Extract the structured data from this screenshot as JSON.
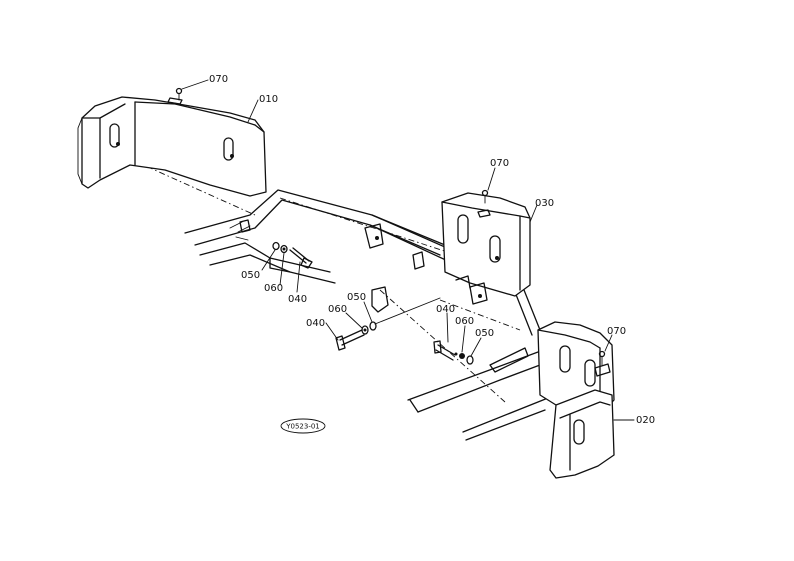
{
  "labels": {
    "p010": "010",
    "p020": "020",
    "p030": "030",
    "p070_left": "070",
    "p070_center": "070",
    "p070_right": "070",
    "p040_a": "040",
    "p050_a": "050",
    "p060_a": "060",
    "p040_b": "040",
    "p050_b": "050",
    "p060_b": "060",
    "p040_c": "040",
    "p050_c": "050",
    "p060_c": "060"
  },
  "drawing_code": "Y0523-01"
}
